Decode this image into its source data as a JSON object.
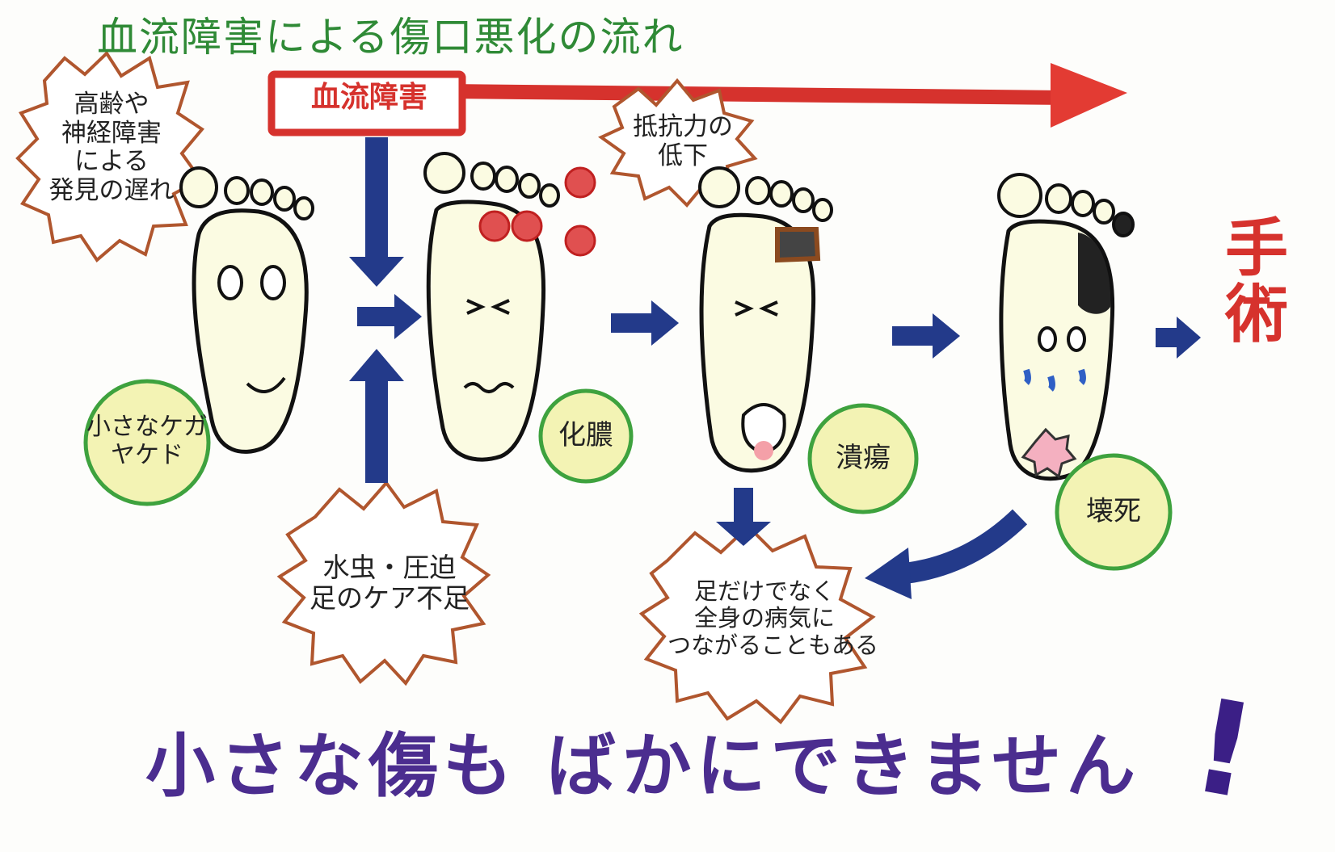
{
  "title": "血流障害による傷口悪化の流れ",
  "blood_flow_box": "血流障害",
  "causes": {
    "elderly": [
      "高齢や",
      "神経障害",
      "による",
      "発見の遅れ"
    ],
    "resistance": [
      "抵抗力の",
      "低下"
    ],
    "athletes_foot": [
      "水虫・圧迫",
      "足のケア不足"
    ],
    "systemic": [
      "足だけでなく",
      "全身の病気に",
      "つながることもある"
    ]
  },
  "stages": [
    {
      "label": [
        "小さなケガ",
        "ヤケド"
      ]
    },
    {
      "label": [
        "化膿"
      ]
    },
    {
      "label": [
        "潰瘍"
      ]
    },
    {
      "label": [
        "壊死"
      ]
    }
  ],
  "surgery": [
    "手",
    "術"
  ],
  "slogan": "小さな傷も ばかにできません",
  "exclamation": "!",
  "colors": {
    "title_green": "#2f8a36",
    "red": "#d6322d",
    "navy_arrow": "#233a8a",
    "burst_border": "#b0562e",
    "circle_fill": "#f3f3b4",
    "circle_border": "#3ea23e",
    "foot_fill": "#fbfbe2",
    "slogan_purple": "#4b2d8f"
  }
}
